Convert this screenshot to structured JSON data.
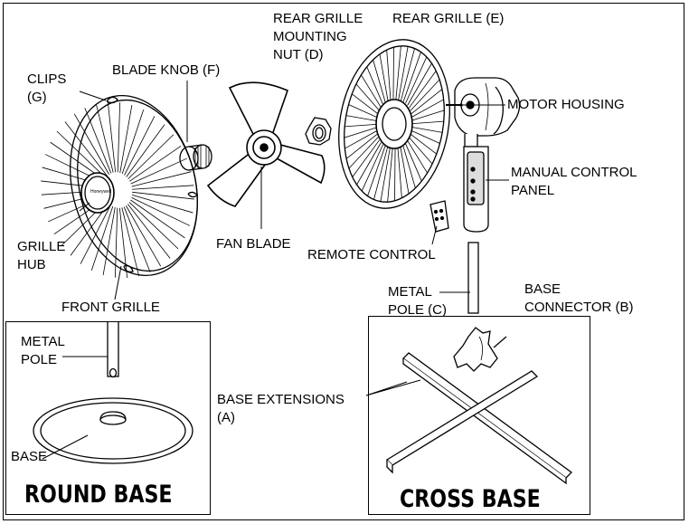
{
  "labels": {
    "rear_grille_mounting_nut": [
      "REAR GRILLE",
      "MOUNTING",
      "NUT (D)"
    ],
    "rear_grille": "REAR GRILLE (E)",
    "clips": [
      "CLIPS",
      "(G)"
    ],
    "blade_knob": "BLADE KNOB (F)",
    "motor_housing": "MOTOR HOUSING",
    "manual_control_panel": [
      "MANUAL CONTROL",
      "PANEL"
    ],
    "grille_hub": [
      "GRILLE",
      "HUB"
    ],
    "fan_blade": "FAN BLADE",
    "remote_control": "REMOTE CONTROL",
    "front_grille": "FRONT GRILLE",
    "metal_pole_c": [
      "METAL",
      "POLE (C)"
    ],
    "base_connector": [
      "BASE",
      "CONNECTOR (B)"
    ],
    "base_extensions": [
      "BASE EXTENSIONS",
      "(A)"
    ]
  },
  "round_base_inset": {
    "metal_pole": [
      "METAL",
      "POLE"
    ],
    "base": "BASE",
    "caption": "ROUND BASE"
  },
  "cross_base_inset": {
    "caption": "CROSS BASE"
  },
  "brand_mark": "Honeywell"
}
